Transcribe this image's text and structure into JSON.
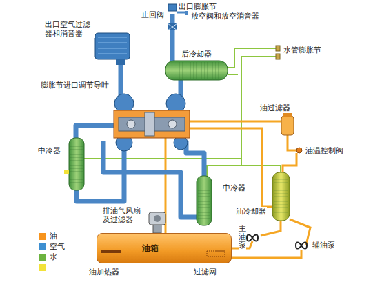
{
  "diagram": {
    "nodes": [
      {
        "text": [
          "油箱"
        ]
      }
    ],
    "labels": [
      "出口膨胀节",
      "放空阀和放空消音器",
      "止回阀",
      "出口空气过滤 器和消音器",
      "后冷却器",
      "水管膨胀节",
      "膨胀节进口调节导叶",
      "中冷器",
      "油过滤器",
      "油温控制阀",
      "中冷器",
      "油冷却器",
      "主油泵",
      "辅油泵",
      "排油气风扇 及过滤器",
      "油加热器",
      "过滤网"
    ],
    "legend": [
      {
        "text": "油",
        "color": "#f7941d"
      },
      {
        "text": "空气",
        "color": "#3d8fd1"
      },
      {
        "text": "水",
        "color": "#6cb33f"
      }
    ]
  }
}
